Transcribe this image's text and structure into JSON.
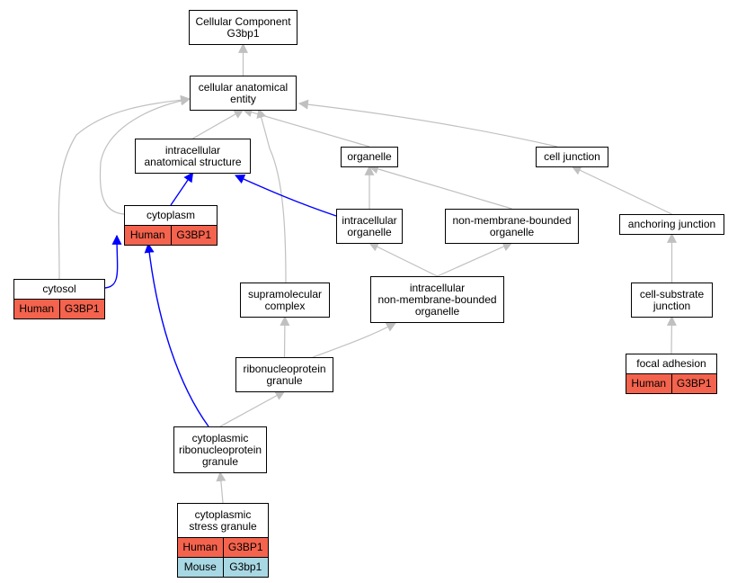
{
  "nodes": {
    "cc_g3bp1": {
      "lines": [
        "Cellular Component",
        "G3bp1"
      ]
    },
    "cae": {
      "lines": [
        "cellular anatomical",
        "entity"
      ]
    },
    "ias": {
      "lines": [
        "intracellular",
        "anatomical structure"
      ]
    },
    "organelle": {
      "lines": [
        "organelle"
      ]
    },
    "cell_junction": {
      "lines": [
        "cell junction"
      ]
    },
    "cytoplasm": {
      "lines": [
        "cytoplasm"
      ],
      "rows": [
        {
          "species": "Human",
          "gene": "G3BP1"
        }
      ]
    },
    "intra_org": {
      "lines": [
        "intracellular",
        "organelle"
      ]
    },
    "nmbo": {
      "lines": [
        "non-membrane-bounded",
        "organelle"
      ]
    },
    "anchoring": {
      "lines": [
        "anchoring junction"
      ]
    },
    "cytosol": {
      "lines": [
        "cytosol"
      ],
      "rows": [
        {
          "species": "Human",
          "gene": "G3BP1"
        }
      ]
    },
    "supramol": {
      "lines": [
        "supramolecular",
        "complex"
      ]
    },
    "inmbo": {
      "lines": [
        "intracellular",
        "non-membrane-bounded",
        "organelle"
      ]
    },
    "cell_substrate": {
      "lines": [
        "cell-substrate",
        "junction"
      ]
    },
    "focal": {
      "lines": [
        "focal adhesion"
      ],
      "rows": [
        {
          "species": "Human",
          "gene": "G3BP1"
        }
      ]
    },
    "rnp_granule": {
      "lines": [
        "ribonucleoprotein",
        "granule"
      ]
    },
    "cyto_rnp": {
      "lines": [
        "cytoplasmic",
        "ribonucleoprotein",
        "granule"
      ]
    },
    "stress": {
      "lines": [
        "cytoplasmic",
        "stress granule"
      ],
      "rows": [
        {
          "species": "Human",
          "gene": "G3BP1"
        },
        {
          "species": "Mouse",
          "gene": "G3bp1"
        }
      ]
    }
  },
  "edges": [
    {
      "from": "cae",
      "to": "cc_g3bp1",
      "relation": "gray"
    },
    {
      "from": "ias",
      "to": "cae",
      "relation": "gray"
    },
    {
      "from": "organelle",
      "to": "cae",
      "relation": "gray"
    },
    {
      "from": "cell_junction",
      "to": "cae",
      "relation": "gray"
    },
    {
      "from": "cytosol",
      "to": "cae",
      "relation": "gray"
    },
    {
      "from": "cytoplasm",
      "to": "cae",
      "relation": "gray"
    },
    {
      "from": "supramol",
      "to": "cae",
      "relation": "gray"
    },
    {
      "from": "cytoplasm",
      "to": "ias",
      "relation": "blue"
    },
    {
      "from": "intra_org",
      "to": "ias",
      "relation": "blue"
    },
    {
      "from": "intra_org",
      "to": "organelle",
      "relation": "gray"
    },
    {
      "from": "nmbo",
      "to": "organelle",
      "relation": "gray"
    },
    {
      "from": "anchoring",
      "to": "cell_junction",
      "relation": "gray"
    },
    {
      "from": "cytosol",
      "to": "cytoplasm",
      "relation": "blue"
    },
    {
      "from": "inmbo",
      "to": "intra_org",
      "relation": "gray"
    },
    {
      "from": "inmbo",
      "to": "nmbo",
      "relation": "gray"
    },
    {
      "from": "cell_substrate",
      "to": "anchoring",
      "relation": "gray"
    },
    {
      "from": "focal",
      "to": "cell_substrate",
      "relation": "gray"
    },
    {
      "from": "rnp_granule",
      "to": "supramol",
      "relation": "gray"
    },
    {
      "from": "rnp_granule",
      "to": "inmbo",
      "relation": "gray"
    },
    {
      "from": "cyto_rnp",
      "to": "rnp_granule",
      "relation": "gray"
    },
    {
      "from": "cyto_rnp",
      "to": "cytoplasm",
      "relation": "blue"
    },
    {
      "from": "stress",
      "to": "cyto_rnp",
      "relation": "gray"
    }
  ],
  "colors": {
    "gray_edge": "#c0c0c0",
    "blue_edge": "#0000ff",
    "human": "#f4634d",
    "mouse": "#a8d8e4"
  }
}
